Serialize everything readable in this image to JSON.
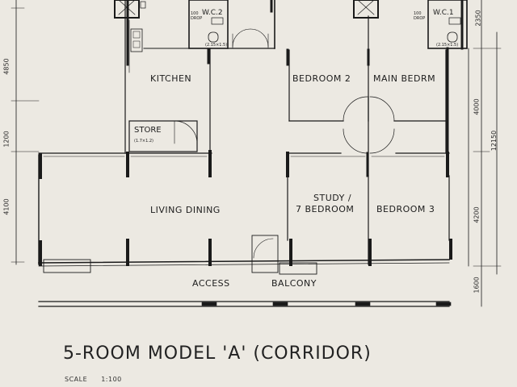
{
  "title": "5-ROOM MODEL 'A' (CORRIDOR)",
  "scale": {
    "label": "SCALE",
    "value": "1:100"
  },
  "rooms": {
    "kitchen": "KITCHEN",
    "bedroom2": "BEDROOM 2",
    "main_bedroom": "MAIN BEDRM",
    "store": "STORE",
    "store_size": "(1.7×1.2)",
    "living_dining": "LIVING DINING",
    "study_line1": "STUDY /",
    "study_line2": "7 BEDROOM",
    "bedroom3": "BEDROOM 3",
    "access": "ACCESS",
    "balcony": "BALCONY",
    "wc_left": "W.C.2",
    "wc_right": "W.C.1",
    "wc_left_size": "(2.15×1.5)",
    "wc_right_size": "(2.15×1.5)",
    "wc_left_note": "100 DROP",
    "wc_right_note": "100 DROP"
  },
  "dimensions": {
    "left_1": "4850",
    "left_2": "1200",
    "left_3": "4100",
    "right_1": "2350",
    "right_2": "4000",
    "right_3": "12150",
    "right_4": "4200",
    "right_5": "1600"
  }
}
